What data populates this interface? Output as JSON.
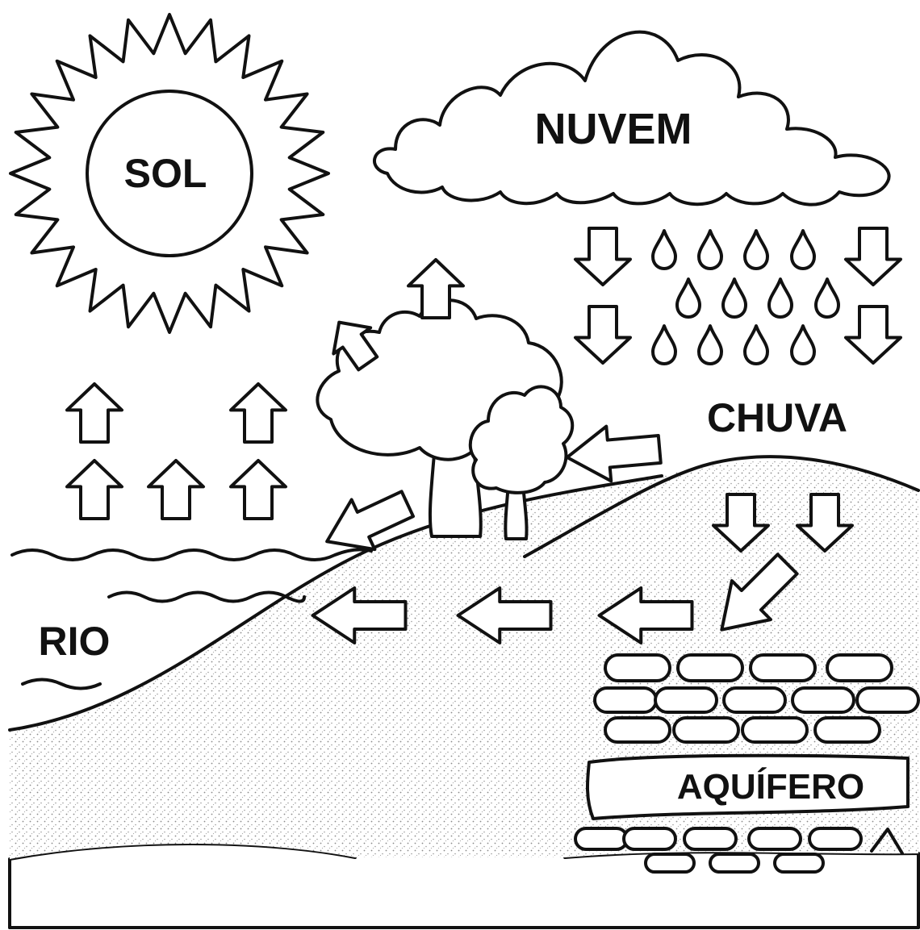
{
  "diagram": {
    "labels": {
      "sun": "SOL",
      "cloud": "NUVEM",
      "rain": "CHUVA",
      "river": "RIO",
      "aquifer": "AQUÍFERO"
    }
  }
}
